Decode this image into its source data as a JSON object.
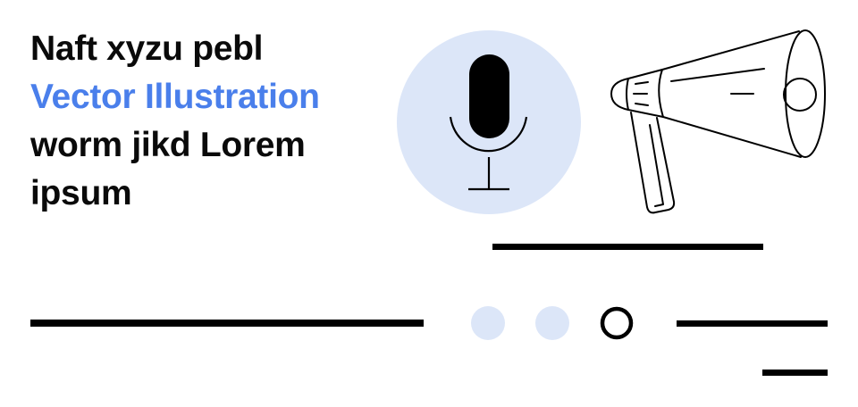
{
  "headline": {
    "line1": "Naft xyzu pebl",
    "line2": "Vector Illustration",
    "line3": "worm jikd Lorem",
    "line4": "ipsum"
  },
  "colors": {
    "text": "#0a0a0a",
    "accent": "#4a7feb",
    "light_blue": "#dce6f8",
    "stroke": "#000000",
    "background": "#ffffff"
  },
  "illustration": {
    "icons": [
      "microphone-icon",
      "megaphone-icon"
    ],
    "pagination_dots": [
      {
        "state": "filled-light"
      },
      {
        "state": "filled-light"
      },
      {
        "state": "outlined-active"
      }
    ]
  }
}
